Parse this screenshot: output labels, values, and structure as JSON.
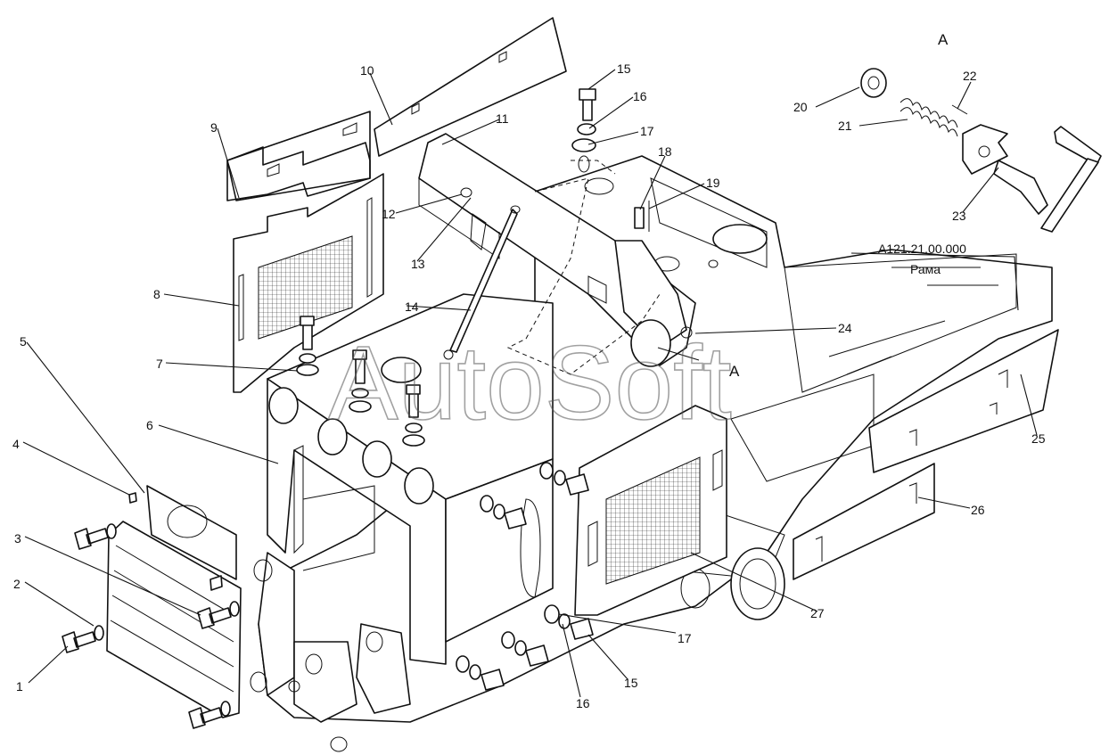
{
  "watermark": "AutoSoft",
  "view_label": "А",
  "view_marker": "А",
  "assembly": {
    "number": "А121.21.00.000",
    "name": "Рама"
  },
  "callouts": [
    "1",
    "2",
    "3",
    "4",
    "5",
    "6",
    "7",
    "8",
    "9",
    "10",
    "11",
    "12",
    "13",
    "14",
    "15",
    "16",
    "17",
    "18",
    "19",
    "20",
    "21",
    "22",
    "23",
    "24",
    "25",
    "26",
    "27",
    "15",
    "16",
    "17"
  ]
}
